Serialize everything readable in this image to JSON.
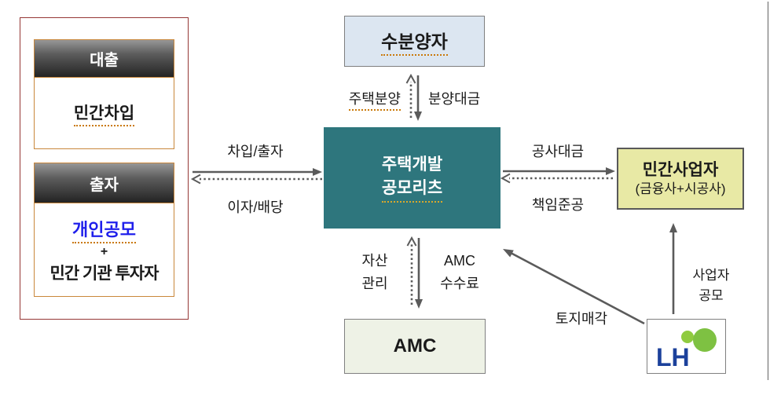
{
  "diagram": {
    "left_panel": {
      "loan": {
        "header": "대출",
        "body": "민간차입"
      },
      "equity": {
        "header": "출자",
        "public": "개인공모",
        "plus": "+",
        "institutional": "민간 기관 투자자"
      }
    },
    "nodes": {
      "buyers": {
        "label": "수분양자"
      },
      "reits": {
        "line1": "주택개발",
        "line2": "공모리츠"
      },
      "operator": {
        "line1": "민간사업자",
        "line2": "(금융사+시공사)"
      },
      "amc": {
        "label": "AMC"
      },
      "lh": {
        "label": "LH"
      }
    },
    "flows": {
      "borrow": "차입/출자",
      "interest": "이자/배당",
      "housing_sale": "주택분양",
      "proceeds": "분양대금",
      "construction": "공사대금",
      "completion": "책임준공",
      "asset_mgmt": "자산\n관리",
      "amc_fee": "AMC\n수수료",
      "land_sale": "토지매각",
      "operator_offering": "사업자\n공모"
    },
    "colors": {
      "reits_bg": "#2E767D",
      "operator_bg": "#E8E9A5",
      "buyers_bg": "#DCE6F1",
      "amc_bg": "#EEF2E6",
      "panel_border": "#953735",
      "inner_border": "#C9873B",
      "arrow": "#5B5B5B",
      "public_offering_text": "#1F1FEB",
      "squiggle": "#C9790A",
      "lh_blue": "#1C419B",
      "lh_green": "#7EC142"
    }
  }
}
